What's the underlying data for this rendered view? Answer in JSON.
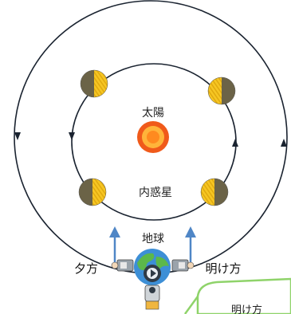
{
  "labels": {
    "sun": "太陽",
    "inner_planet": "内惑星",
    "earth": "地球",
    "evening": "夕方",
    "morning": "明け方",
    "bubble_text": "明け方"
  },
  "icons": {
    "sun": "sun-icon",
    "earth": "earth-icon",
    "arrow": "arrow-up-icon",
    "planet": "planet-phase-icon",
    "person": "observer-icon"
  },
  "colors": {
    "orbit": "#1a2330",
    "planet_lit": "#f6c623",
    "planet_dark": "#6b6347",
    "sun": "#f05a1a",
    "sun_core": "#ffb43a",
    "arrow": "#4f86c6",
    "earth_land": "#5cb84a",
    "earth_sea": "#3d8fd6",
    "bubble": "#8fd36a"
  }
}
